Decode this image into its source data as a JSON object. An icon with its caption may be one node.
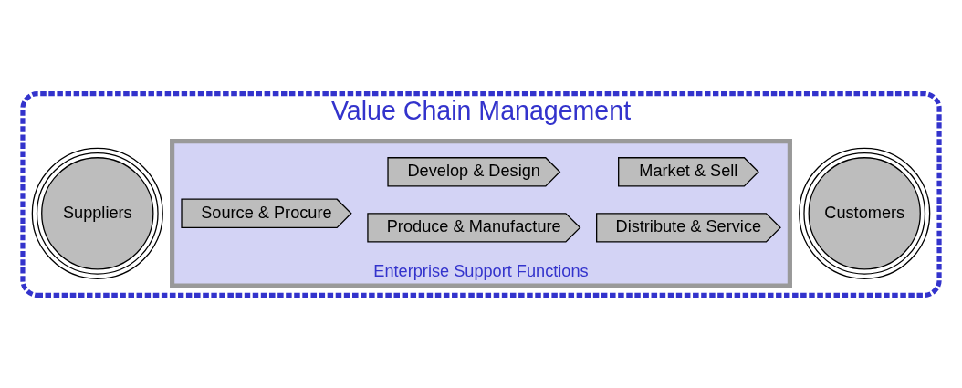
{
  "diagram": {
    "nodes": [
      {
        "text": [
          "Value Chain Management"
        ]
      },
      {
        "text": [
          "Suppliers"
        ],
        "in": 0
      },
      {
        "text": [
          "Enterprise Support Functions"
        ],
        "in": 0
      },
      {
        "text": [
          "Source & Procure"
        ],
        "in": 2
      },
      {
        "text": [
          "Produce & Manufacture"
        ],
        "in": 2
      },
      {
        "text": [
          "Develop & Design"
        ],
        "in": 2
      },
      {
        "text": [
          "Distribute & Service"
        ],
        "in": 2
      },
      {
        "text": [
          "Market & Sell"
        ],
        "in": 2
      },
      {
        "text": [
          "Customers"
        ],
        "in": 0
      }
    ]
  }
}
